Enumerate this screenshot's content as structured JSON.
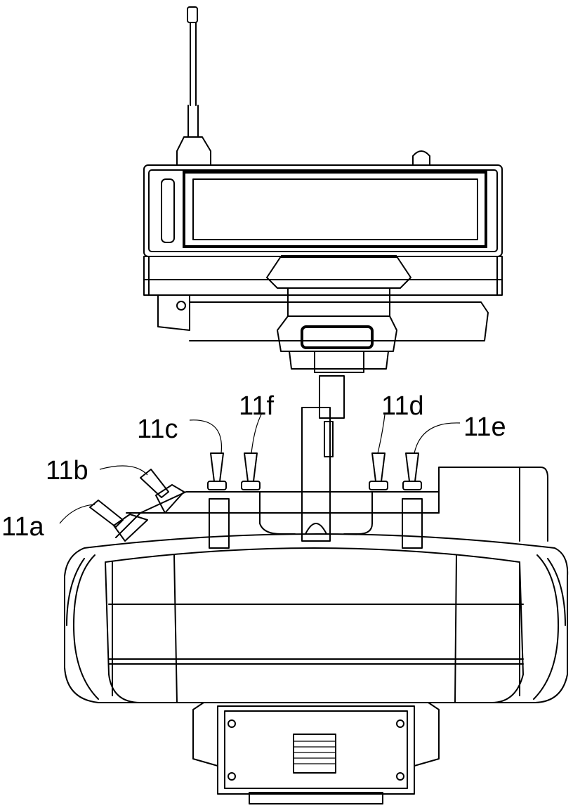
{
  "figure": {
    "labels": {
      "a": "11a",
      "b": "11b",
      "c": "11c",
      "f": "11f",
      "d": "11d",
      "e": "11e"
    }
  }
}
